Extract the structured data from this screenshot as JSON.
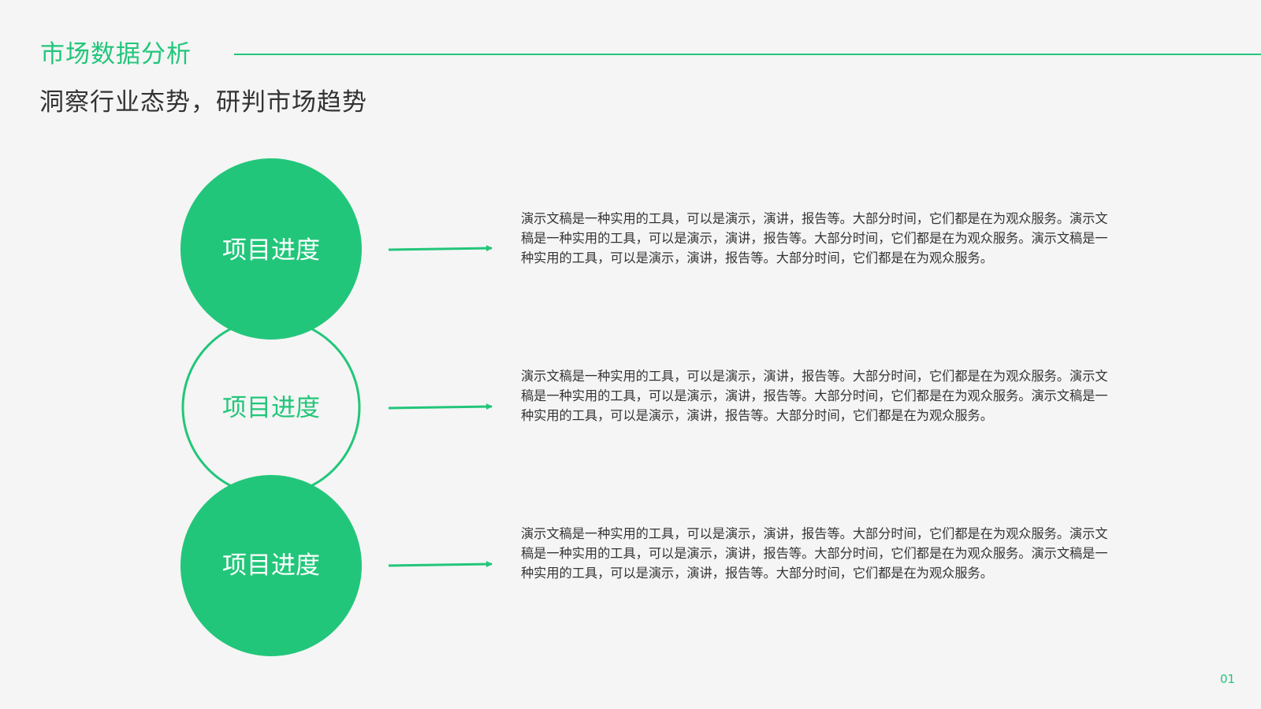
{
  "header": {
    "title": "市场数据分析",
    "subtitle": "洞察行业态势，研判市场趋势"
  },
  "colors": {
    "accent": "#22c67a",
    "background": "#f5f5f5",
    "text": "#333333"
  },
  "items": [
    {
      "label": "项目进度",
      "style": "filled",
      "description": "演示文稿是一种实用的工具，可以是演示，演讲，报告等。大部分时间，它们都是在为观众服务。演示文稿是一种实用的工具，可以是演示，演讲，报告等。大部分时间，它们都是在为观众服务。演示文稿是一种实用的工具，可以是演示，演讲，报告等。大部分时间，它们都是在为观众服务。"
    },
    {
      "label": "项目进度",
      "style": "outline",
      "description": "演示文稿是一种实用的工具，可以是演示，演讲，报告等。大部分时间，它们都是在为观众服务。演示文稿是一种实用的工具，可以是演示，演讲，报告等。大部分时间，它们都是在为观众服务。演示文稿是一种实用的工具，可以是演示，演讲，报告等。大部分时间，它们都是在为观众服务。"
    },
    {
      "label": "项目进度",
      "style": "filled",
      "description": "演示文稿是一种实用的工具，可以是演示，演讲，报告等。大部分时间，它们都是在为观众服务。演示文稿是一种实用的工具，可以是演示，演讲，报告等。大部分时间，它们都是在为观众服务。演示文稿是一种实用的工具，可以是演示，演讲，报告等。大部分时间，它们都是在为观众服务。"
    }
  ],
  "icons": {
    "arrow": "arrow-right-icon"
  },
  "footer": {
    "page_number": "01"
  }
}
